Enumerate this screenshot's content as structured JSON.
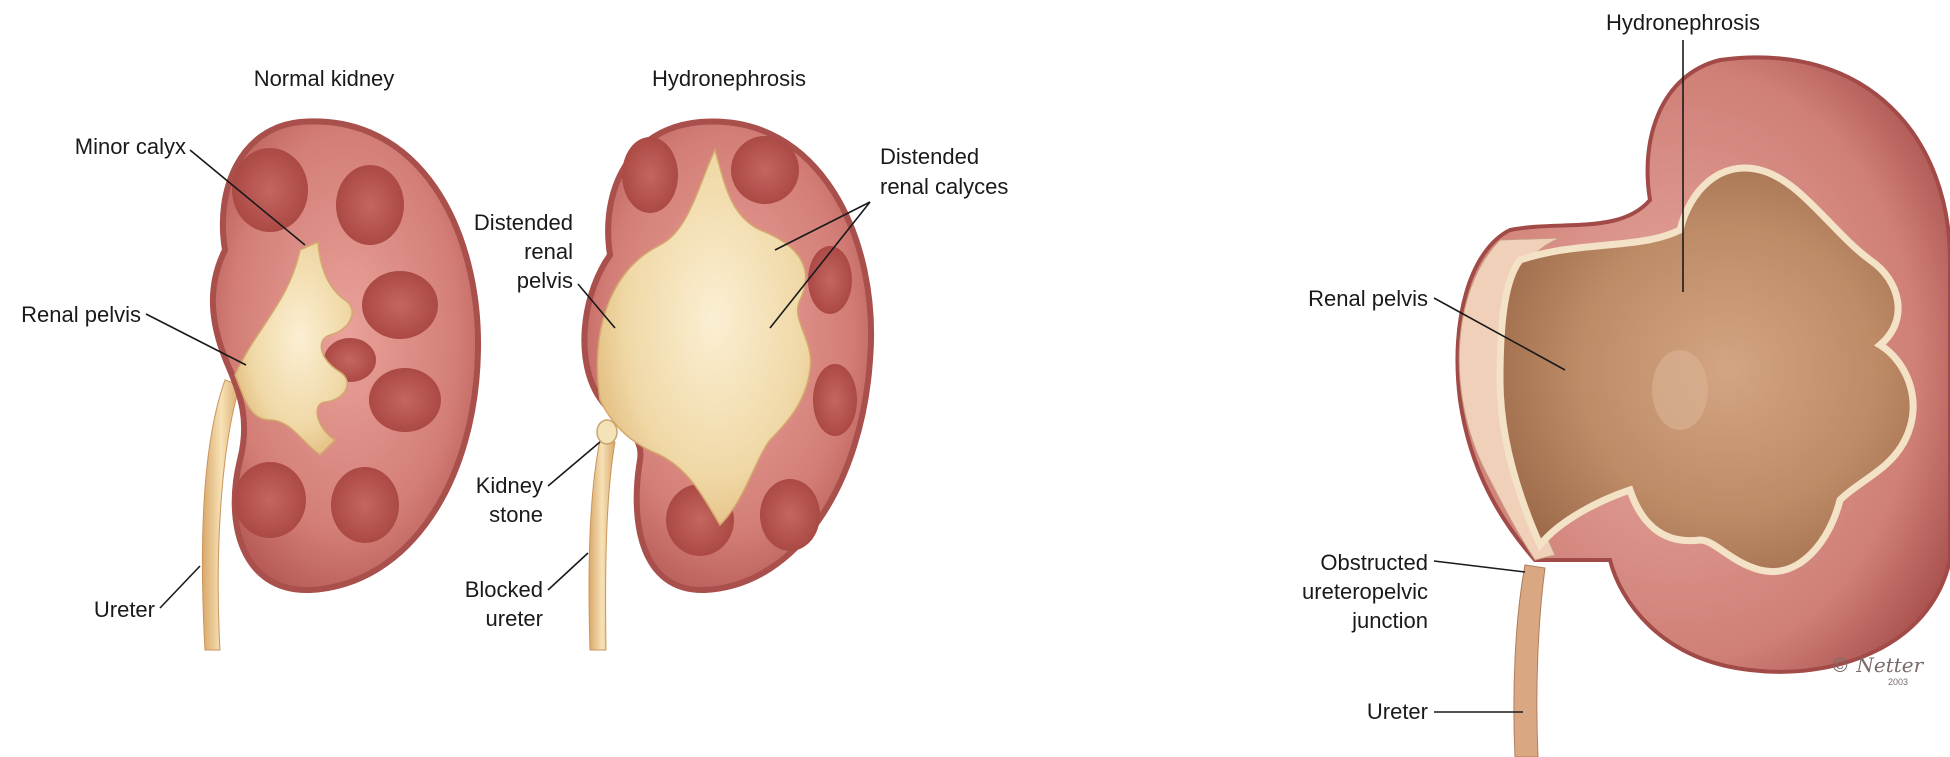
{
  "panel_left": {
    "normal_title": "Normal kidney",
    "hydro_title": "Hydronephrosis",
    "labels": {
      "minor_calyx": "Minor calyx",
      "renal_pelvis": "Renal pelvis",
      "ureter": "Ureter",
      "distended_pelvis": [
        "Distended",
        "renal",
        "pelvis"
      ],
      "distended_calyces": [
        "Distended",
        "renal calyces"
      ],
      "kidney_stone": [
        "Kidney",
        "stone"
      ],
      "blocked_ureter": [
        "Blocked",
        "ureter"
      ]
    }
  },
  "panel_right": {
    "title": "Hydronephrosis",
    "labels": {
      "renal_pelvis": "Renal pelvis",
      "obstructed_upj": [
        "Obstructed",
        "ureteropelvic",
        "junction"
      ],
      "ureter": "Ureter"
    },
    "signature": "© Netter",
    "signature_year": "2003"
  },
  "colors": {
    "cortex": "#c96a64",
    "capsule": "#a94f4c",
    "medulla": "#b4524f",
    "urine": "#f1d8a2",
    "ureter": "#e8c387",
    "pelvis_brown": "#b98560"
  }
}
